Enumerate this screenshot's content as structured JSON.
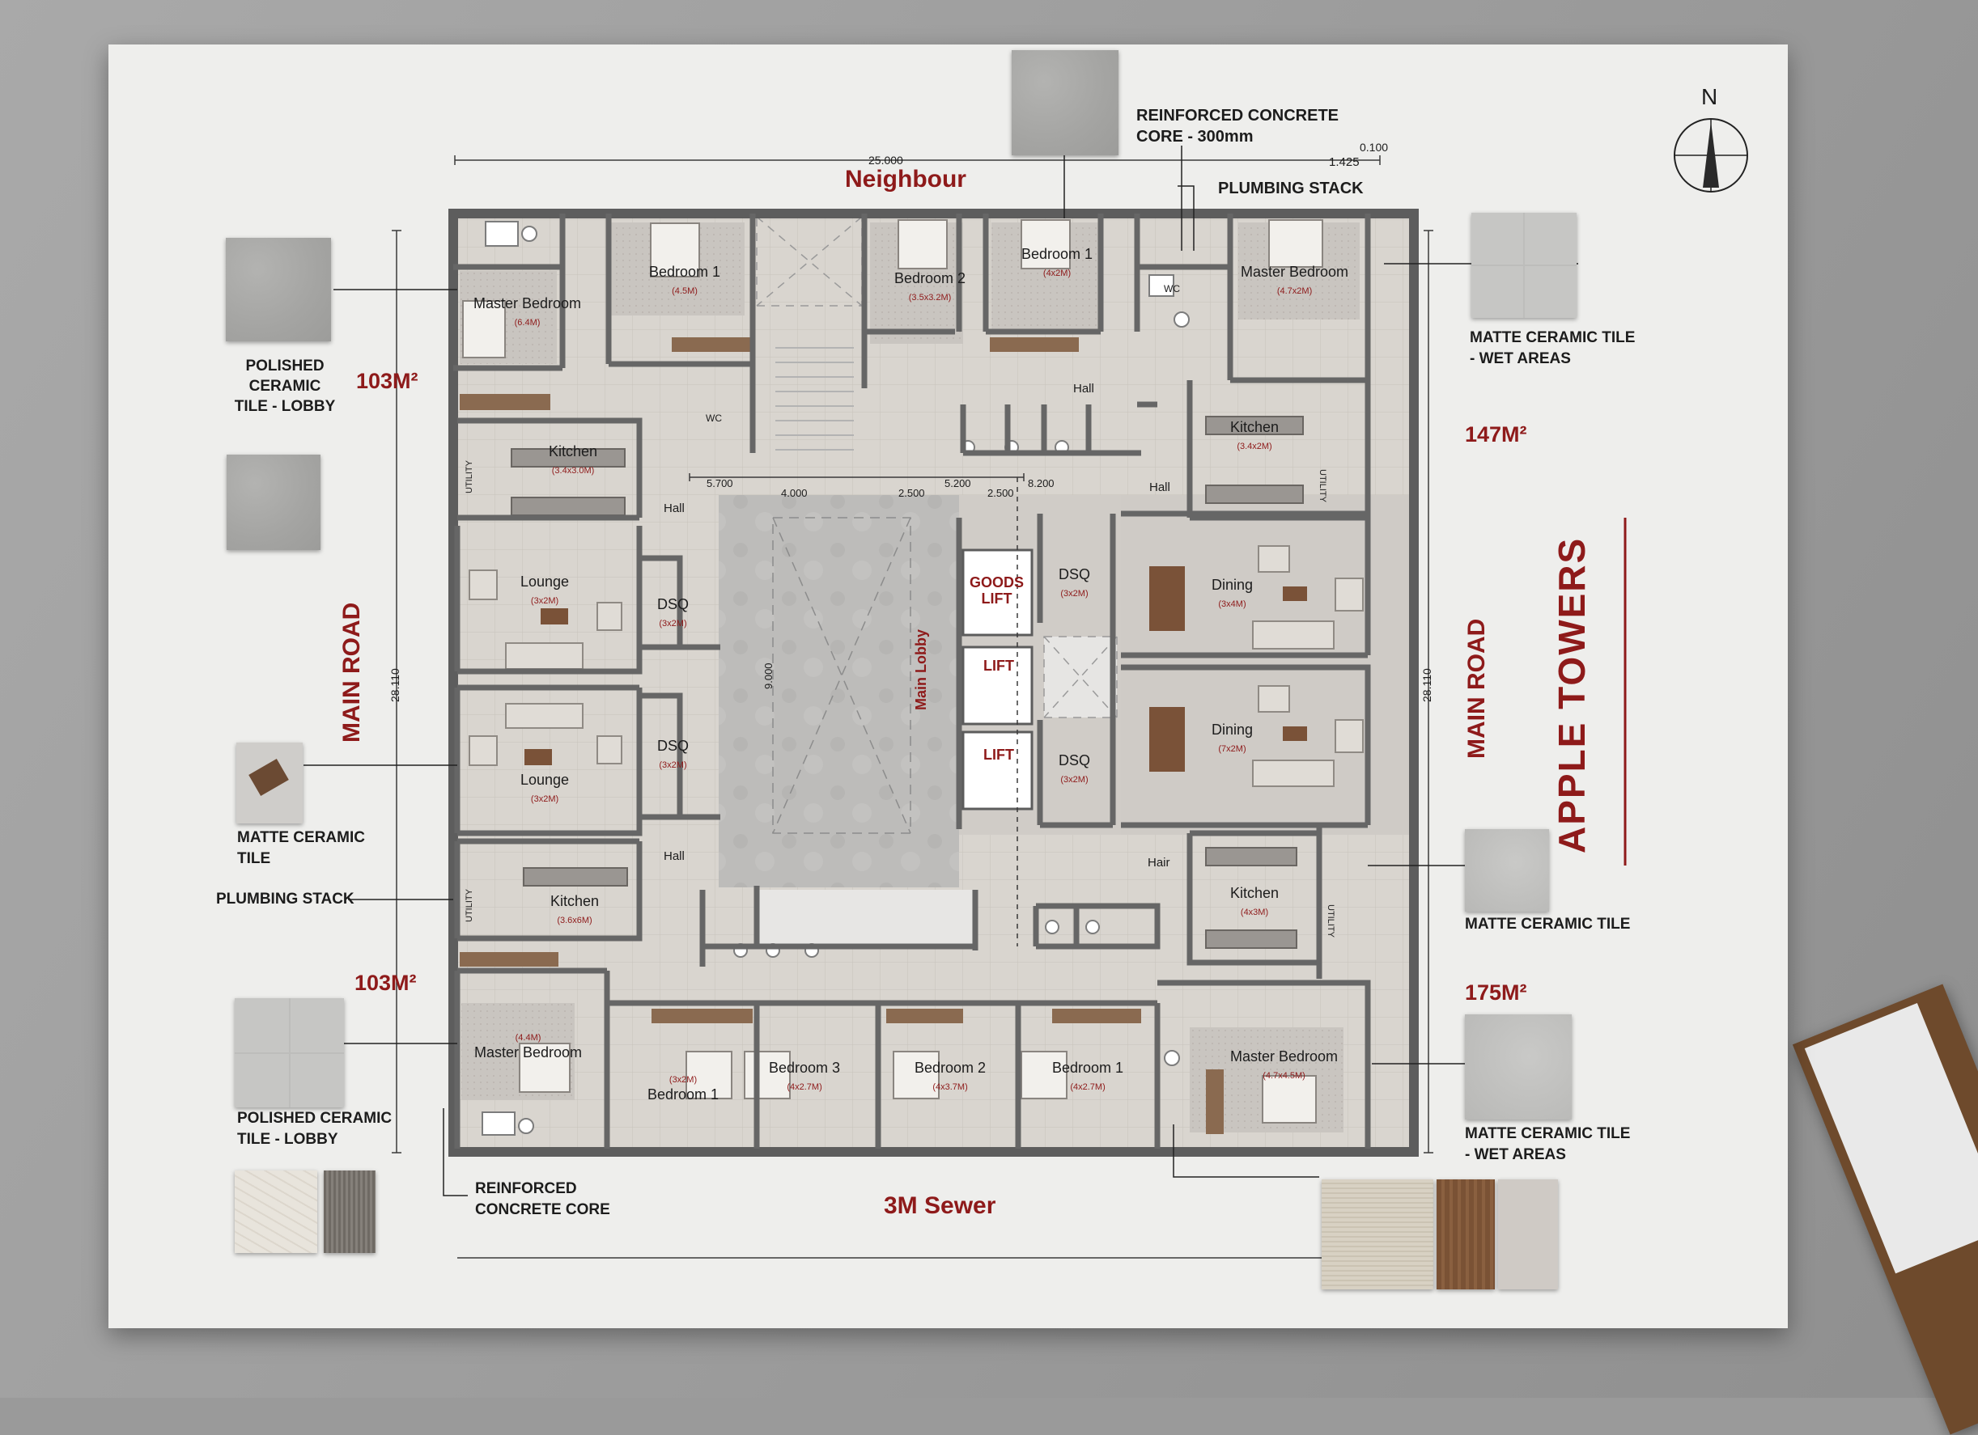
{
  "title": "APPLE TOWERS",
  "compass": "N",
  "roads": {
    "left": "MAIN ROAD",
    "right": "MAIN ROAD",
    "top": "Neighbour",
    "bottom": "3M  Sewer"
  },
  "areas": {
    "top_left": "103M²",
    "bottom_left": "103M²",
    "top_right": "147M²",
    "bottom_right": "175M²"
  },
  "dimensions": {
    "top": "25.000",
    "top_small_a": "1.425",
    "top_small_b": "0.100",
    "left": "28.110",
    "right": "28.110",
    "lobby": "9.000",
    "row": [
      "5.700",
      "4.000",
      "2.500",
      "5.200",
      "2.500",
      "8.200"
    ]
  },
  "callouts": {
    "core_300": "REINFORCED CONCRETE\nCORE - 300mm",
    "plumbing_top": "PLUMBING STACK",
    "plumbing_left": "PLUMBING STACK",
    "polished_lobby_top": "POLISHED CERAMIC\nTILE - LOBBY",
    "polished_lobby_bottom": "POLISHED CERAMIC\nTILE - LOBBY",
    "matte_tile_left": "MATTE CERAMIC\nTILE",
    "matte_wet_top": "MATTE CERAMIC TILE\n- WET AREAS",
    "matte_right": "MATTE CERAMIC TILE",
    "matte_wet_bottom": "MATTE CERAMIC TILE\n- WET AREAS",
    "core_bottom": "REINFORCED\nCONCRETE CORE"
  },
  "rooms": [
    {
      "id": "r1",
      "name": "Master Bedroom",
      "area": "(6.4M)"
    },
    {
      "id": "r2",
      "name": "Bedroom 1",
      "area": "(4.5M)"
    },
    {
      "id": "r3",
      "name": "Bedroom 2",
      "area": "(3.5x3.2M)"
    },
    {
      "id": "r4",
      "name": "Bedroom 1",
      "area": "(4x2M)"
    },
    {
      "id": "r5",
      "name": "Master Bedroom",
      "area": "(4.7x2M)"
    },
    {
      "id": "r6",
      "name": "Kitchen",
      "area": "(3.4x3.0M)"
    },
    {
      "id": "r7",
      "name": "Lounge",
      "area": "(3x2M)"
    },
    {
      "id": "r8",
      "name": "DSQ",
      "area": "(3x2M)"
    },
    {
      "id": "r9",
      "name": "Lounge",
      "area": "(3x2M)"
    },
    {
      "id": "r10",
      "name": "DSQ",
      "area": "(3x2M)"
    },
    {
      "id": "r11",
      "name": "Kitchen",
      "area": "(3.6x6M)"
    },
    {
      "id": "r12",
      "name": "Kitchen",
      "area": "(3.4x2M)"
    },
    {
      "id": "r13",
      "name": "Dining",
      "area": "(3x4M)"
    },
    {
      "id": "r14",
      "name": "Dining",
      "area": "(7x2M)"
    },
    {
      "id": "r15",
      "name": "DSQ",
      "area": "(3x2M)"
    },
    {
      "id": "r16",
      "name": "DSQ",
      "area": "(3x2M)"
    },
    {
      "id": "r17",
      "name": "Kitchen",
      "area": "(4x3M)"
    },
    {
      "id": "r18",
      "name": "Master Bedroom",
      "area": "(4.4M)"
    },
    {
      "id": "r19",
      "name": "Bedroom 1",
      "area": "(3x2M)"
    },
    {
      "id": "r20",
      "name": "Bedroom 3",
      "area": "(4x2.7M)"
    },
    {
      "id": "r21",
      "name": "Bedroom 2",
      "area": "(4x3.7M)"
    },
    {
      "id": "r22",
      "name": "Bedroom 1",
      "area": "(4x2.7M)"
    },
    {
      "id": "r23",
      "name": "Master Bedroom",
      "area": "(4.7x4.5M)"
    }
  ],
  "labels": {
    "main_lobby": "Main Lobby",
    "goods_lift": "GOODS\nLIFT",
    "lift_1": "LIFT",
    "lift_2": "LIFT",
    "hall_1": "Hall",
    "hall_2": "Hall",
    "hall_3": "Hall",
    "hall_4": "Hall",
    "hall_5": "Hair",
    "utility_1": "UTILITY",
    "utility_2": "UTILITY",
    "utility_3": "UTILITY",
    "utility_4": "UTILITY",
    "wc_1": "WC",
    "wc_2": "WC"
  }
}
